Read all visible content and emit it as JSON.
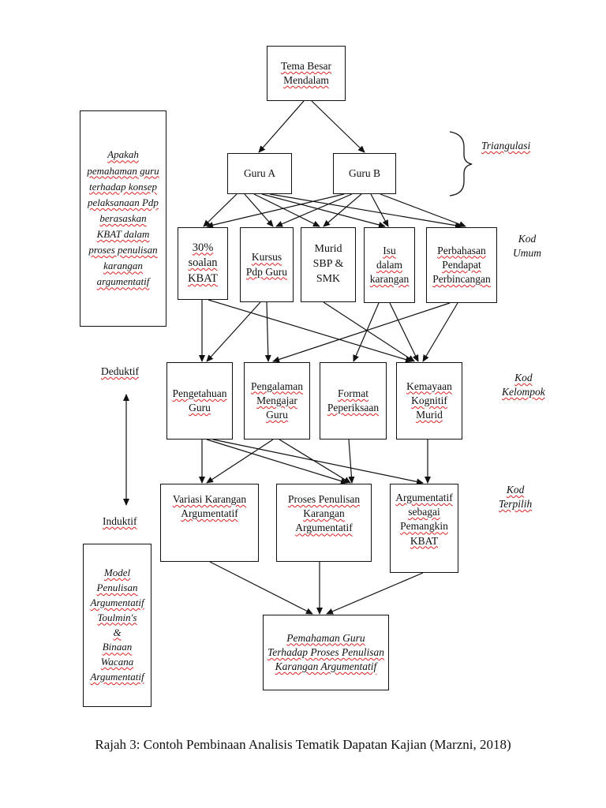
{
  "boxes": {
    "top": "Tema Besar\nMendalam",
    "guru_a": "Guru A",
    "guru_b": "Guru B",
    "umum_1": "30%\nsoalan\nKBAT",
    "umum_2": "Kursus\nPdp Guru",
    "umum_3": "Murid\nSBP &\nSMK",
    "umum_4": "Isu\ndalam\nkarangan",
    "umum_5": "Perbahasan\nPendapat\nPerbincangan",
    "kel_1": "Pengetahuan\nGuru",
    "kel_2": "Pengalaman\nMengajar\nGuru",
    "kel_3": "Format\nPeperiksaan",
    "kel_4": "Kemayaan\nKognitif\nMurid",
    "pil_1": "Variasi Karangan\nArgumentatif",
    "pil_2": "Proses Penulisan\nKarangan\nArgumentatif",
    "pil_3": "Argumentatif\nsebagai\nPemangkin\nKBAT",
    "bottom": "Pemahaman Guru\nTerhadap Proses Penulisan\nKarangan Argumentatif"
  },
  "side": {
    "question": "Apakah\npemahaman guru\nterhadap konsep\npelaksanaan Pdp\nberasaskan\nKBAT dalam\nproses penulisan\nkarangan\nargumentatif",
    "model": "Model\nPenulisan\nArgumentatif\nToulmin's\n&\nBinaan\nWacana\nArgumentatif"
  },
  "labels": {
    "triangulasi": "Triangulasi",
    "kod_umum": "Kod\nUmum",
    "kod_kelompok": "Kod\nKelompok",
    "kod_terpilih": "Kod\nTerpilih",
    "deduktif": "Deduktif",
    "induktif": "Induktif"
  },
  "caption": "Rajah 3: Contoh Pembinaan Analisis Tematik Dapatan Kajian (Marzni, 2018)"
}
